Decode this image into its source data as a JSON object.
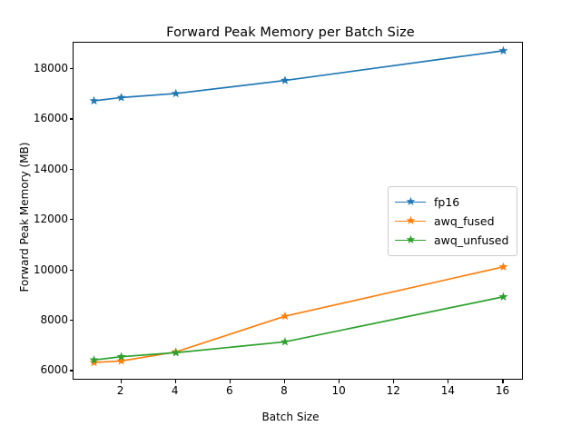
{
  "chart_data": {
    "type": "line",
    "title": "Forward Peak Memory per Batch Size",
    "xlabel": "Batch Size",
    "ylabel": "Forward Peak Memory (MB)",
    "x": [
      1,
      2,
      4,
      8,
      16
    ],
    "xlim": [
      0.25,
      16.75
    ],
    "ylim": [
      5620,
      19050
    ],
    "xticks": [
      2,
      4,
      6,
      8,
      10,
      12,
      14,
      16
    ],
    "xtick_labels": [
      "2",
      "4",
      "6",
      "8",
      "10",
      "12",
      "14",
      "16"
    ],
    "yticks": [
      6000,
      8000,
      10000,
      12000,
      14000,
      16000,
      18000
    ],
    "ytick_labels": [
      "6000",
      "8000",
      "10000",
      "12000",
      "14000",
      "16000",
      "18000"
    ],
    "grid": false,
    "legend_position": "center right",
    "marker": "star",
    "series": [
      {
        "name": "fp16",
        "color": "#1f77b4",
        "values": [
          16740,
          16870,
          17030,
          17550,
          18730
        ]
      },
      {
        "name": "awq_fused",
        "color": "#ff7f0e",
        "values": [
          6340,
          6400,
          6760,
          8180,
          10140
        ]
      },
      {
        "name": "awq_unfused",
        "color": "#2ca02c",
        "values": [
          6440,
          6570,
          6730,
          7160,
          8950
        ]
      }
    ]
  },
  "legend": {
    "entries": [
      {
        "label": "fp16",
        "color": "#1f77b4"
      },
      {
        "label": "awq_fused",
        "color": "#ff7f0e"
      },
      {
        "label": "awq_unfused",
        "color": "#2ca02c"
      }
    ]
  }
}
